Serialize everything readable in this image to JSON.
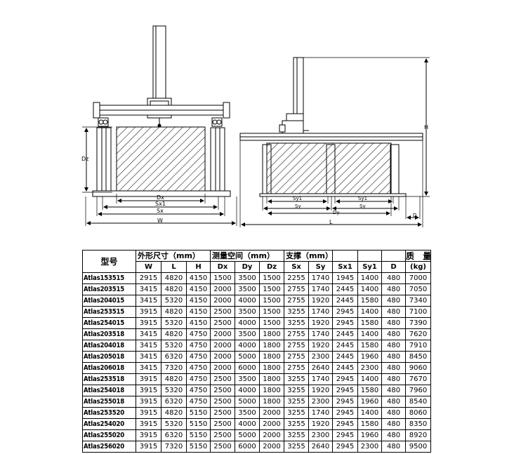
{
  "drawing_labels": {
    "dz": "Dz",
    "dx": "Dx",
    "sx1": "Sx1",
    "sx": "Sx",
    "w": "W",
    "h": "H",
    "sy1_left": "Sy1",
    "sy_left": "Sy",
    "sy1_right": "Sy1",
    "sy_right": "Sy",
    "dy": "Dy",
    "d": "D",
    "l": "L"
  },
  "table": {
    "model_header": "型号",
    "dimensions_header": "外形尺寸（mm）",
    "measuring_header": "测量空间（mm）",
    "support_header": "支撑（mm）",
    "mass_header": "质 量",
    "mass_unit": "(kg)",
    "sub_headers": [
      "W",
      "L",
      "H",
      "Dx",
      "Dy",
      "Dz",
      "Sx",
      "Sy",
      "Sx1",
      "Sy1",
      "D"
    ],
    "rows": [
      [
        "Atlas153515",
        "2915",
        "4820",
        "4150",
        "1500",
        "3500",
        "1500",
        "2255",
        "1740",
        "1945",
        "1400",
        "480",
        "7000"
      ],
      [
        "Atlas203515",
        "3415",
        "4820",
        "4150",
        "2000",
        "3500",
        "1500",
        "2755",
        "1740",
        "2445",
        "1400",
        "480",
        "7050"
      ],
      [
        "Atlas204015",
        "3415",
        "5320",
        "4150",
        "2000",
        "4000",
        "1500",
        "2755",
        "1920",
        "2445",
        "1580",
        "480",
        "7340"
      ],
      [
        "Atlas253515",
        "3915",
        "4820",
        "4150",
        "2500",
        "3500",
        "1500",
        "3255",
        "1740",
        "2945",
        "1400",
        "480",
        "7100"
      ],
      [
        "Atlas254015",
        "3915",
        "5320",
        "4150",
        "2500",
        "4000",
        "1500",
        "3255",
        "1920",
        "2945",
        "1580",
        "480",
        "7390"
      ],
      [
        "Atlas203518",
        "3415",
        "4820",
        "4750",
        "2000",
        "3500",
        "1800",
        "2755",
        "1740",
        "2445",
        "1400",
        "480",
        "7620"
      ],
      [
        "Atlas204018",
        "3415",
        "5320",
        "4750",
        "2000",
        "4000",
        "1800",
        "2755",
        "1920",
        "2445",
        "1580",
        "480",
        "7910"
      ],
      [
        "Atlas205018",
        "3415",
        "6320",
        "4750",
        "2000",
        "5000",
        "1800",
        "2755",
        "2300",
        "2445",
        "1960",
        "480",
        "8450"
      ],
      [
        "Atlas206018",
        "3415",
        "7320",
        "4750",
        "2000",
        "6000",
        "1800",
        "2755",
        "2640",
        "2445",
        "2300",
        "480",
        "9060"
      ],
      [
        "Atlas253518",
        "3915",
        "4820",
        "4750",
        "2500",
        "3500",
        "1800",
        "3255",
        "1740",
        "2945",
        "1400",
        "480",
        "7670"
      ],
      [
        "Atlas254018",
        "3915",
        "5320",
        "4750",
        "2500",
        "4000",
        "1800",
        "3255",
        "1920",
        "2945",
        "1580",
        "480",
        "7960"
      ],
      [
        "Atlas255018",
        "3915",
        "6320",
        "4750",
        "2500",
        "5000",
        "1800",
        "3255",
        "2300",
        "2945",
        "1960",
        "480",
        "8540"
      ],
      [
        "Atlas253520",
        "3915",
        "4820",
        "5150",
        "2500",
        "3500",
        "2000",
        "3255",
        "1740",
        "2945",
        "1400",
        "480",
        "8060"
      ],
      [
        "Atlas254020",
        "3915",
        "5320",
        "5150",
        "2500",
        "4000",
        "2000",
        "3255",
        "1920",
        "2945",
        "1580",
        "480",
        "8350"
      ],
      [
        "Atlas255020",
        "3915",
        "6320",
        "5150",
        "2500",
        "5000",
        "2000",
        "3255",
        "2300",
        "2945",
        "1960",
        "480",
        "8920"
      ],
      [
        "Atlas256020",
        "3915",
        "7320",
        "5150",
        "2500",
        "6000",
        "2000",
        "3255",
        "2640",
        "2945",
        "2300",
        "480",
        "9500"
      ]
    ]
  }
}
